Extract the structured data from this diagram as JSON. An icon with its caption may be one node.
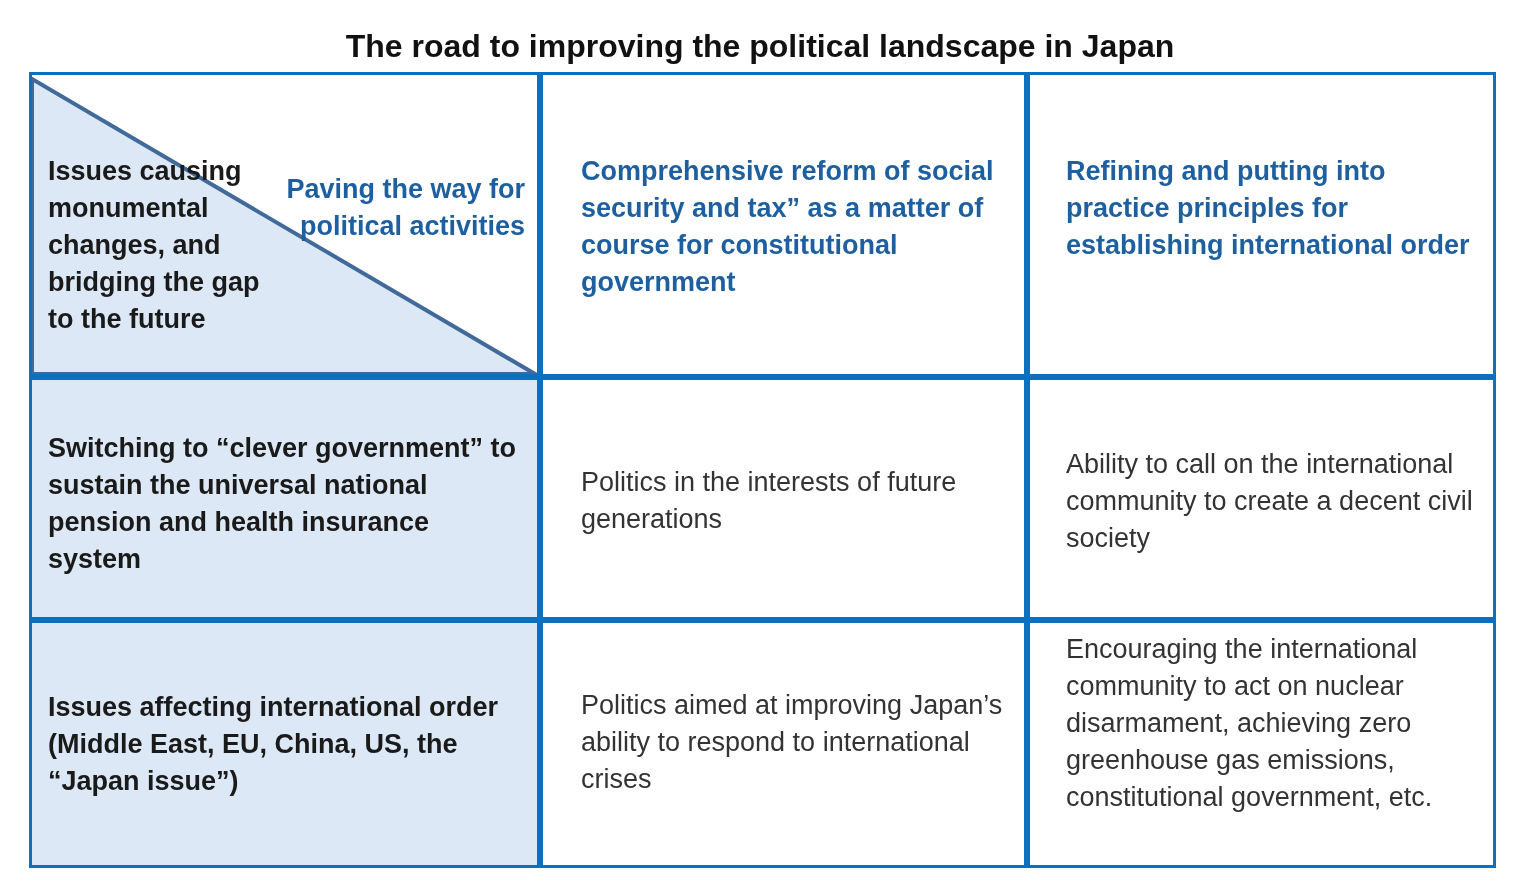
{
  "diagram": {
    "title": "The road to improving the political landscape in Japan",
    "labels": [
      "Issues causing monumental changes, and bridging the gap to the future",
      "Paving the way for political activities",
      "Comprehensive reform of social security and tax” as a matter of course for constitutional government",
      "Refining and putting into practice principles for establishing international order",
      "Switching to “clever government” to sustain the universal national pension and health insurance system",
      "Politics in the interests of future generations",
      "Ability to call on the international community to create a decent civil society",
      "Issues affecting international order (Middle East, EU, China, US, the “Japan issue”)",
      "Politics aimed at improving Japan’s ability to respond to international crises",
      "Encouraging the international community to act on nuclear disarmament, achieving zero greenhouse gas emissions, constitutional government, etc."
    ]
  }
}
